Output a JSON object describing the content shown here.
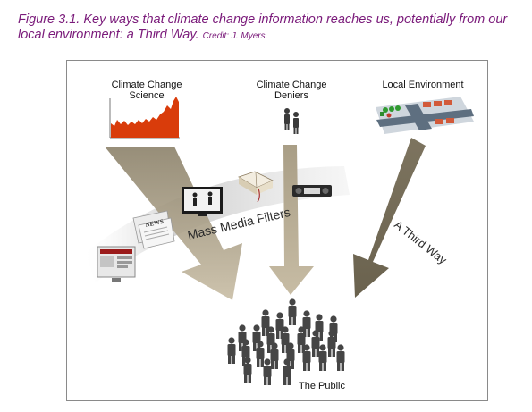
{
  "caption": {
    "main": "Figure 3.1.  Key ways that climate change information reaches us, potentially from our local environment: a Third Way.",
    "credit": "Credit: J. Myers."
  },
  "diagram": {
    "sources": {
      "science_line1": "Climate Change",
      "science_line2": "Science",
      "deniers_line1": "Climate Change",
      "deniers_line2": "Deniers",
      "local": "Local Environment"
    },
    "filter_label": "Mass Media Filters",
    "third_way_label": "A Third Way",
    "public_label": "The Public",
    "newspaper_text": "NEWS"
  },
  "colors": {
    "caption": "#7a1a7a",
    "arrow_tan": "#9a8e78",
    "arrow_dark": "#6f6651",
    "filter_band": "#d4d4d4",
    "people": "#4a4a4a",
    "chart_fill": "#d93c0b"
  },
  "icons": [
    "science-chart-icon",
    "deniers-people-icon",
    "local-environment-icon",
    "website-icon",
    "newspaper-icon",
    "television-icon",
    "book-icon",
    "radio-icon",
    "public-crowd-icon"
  ]
}
